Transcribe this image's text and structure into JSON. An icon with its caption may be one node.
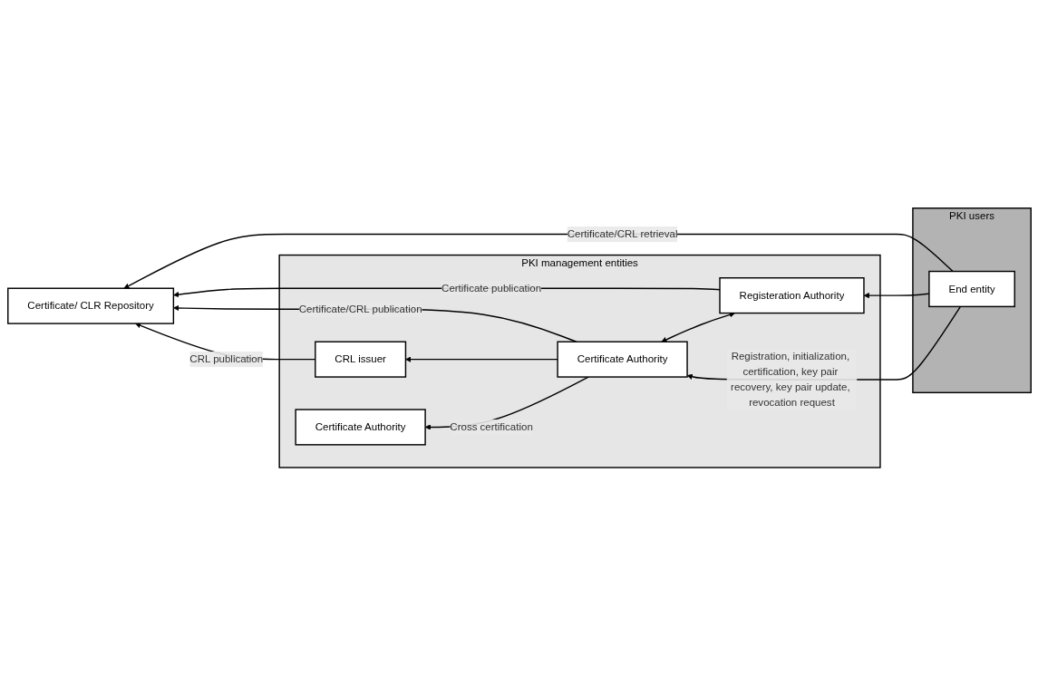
{
  "diagram": {
    "nodes": [
      {
        "text": [
          "Certificate/ CLR Repository"
        ]
      },
      {
        "text": [
          "PKI users"
        ]
      },
      {
        "text": [
          "End entity"
        ],
        "in": 1
      },
      {
        "text": [
          "PKI management entities"
        ]
      },
      {
        "text": [
          "Registeration Authority"
        ],
        "in": 3
      },
      {
        "text": [
          "Certificate Authority"
        ],
        "in": 3
      },
      {
        "text": [
          "CRL issuer"
        ],
        "in": 3
      },
      {
        "text": [
          "Certificate Authority"
        ],
        "in": 3
      }
    ],
    "edges": [
      {
        "from": 2,
        "to": 0,
        "arrow": "to",
        "label": "Certificate/CRL retrieval"
      },
      {
        "from": 2,
        "to": 4,
        "arrow": "to"
      },
      {
        "from": 2,
        "to": 5,
        "arrow": "to",
        "label": "Registration, initialization, certification, key pair recovery, key pair update, revocation request"
      },
      {
        "from": 4,
        "to": 0,
        "arrow": "to",
        "label": "Certificate publication"
      },
      {
        "from": 4,
        "to": 5,
        "arrow": "both"
      },
      {
        "from": 5,
        "to": 0,
        "arrow": "to",
        "label": "Certificate/CRL publication"
      },
      {
        "from": 5,
        "to": 6,
        "arrow": "to"
      },
      {
        "from": 6,
        "to": 0,
        "arrow": "to",
        "label": "CRL publication"
      },
      {
        "from": 5,
        "to": 7,
        "arrow": "to",
        "label": "Cross certification"
      }
    ]
  }
}
